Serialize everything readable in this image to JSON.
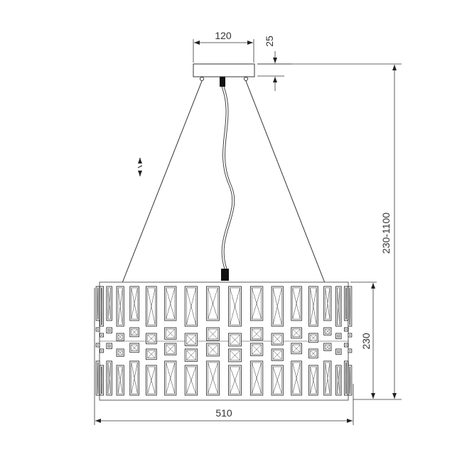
{
  "drawing": {
    "subject": "Pendant chandelier with crystal drum shade",
    "colors": {
      "line": "#333333",
      "background": "#ffffff",
      "connector": "#111111"
    },
    "dimensions": {
      "canopy_width": "120",
      "canopy_height": "25",
      "total_height": "230-1100",
      "shade_height": "230",
      "shade_diameter": "510"
    },
    "adjust_symbol": "height-adjustable-arrows",
    "crystal_columns": 18
  }
}
